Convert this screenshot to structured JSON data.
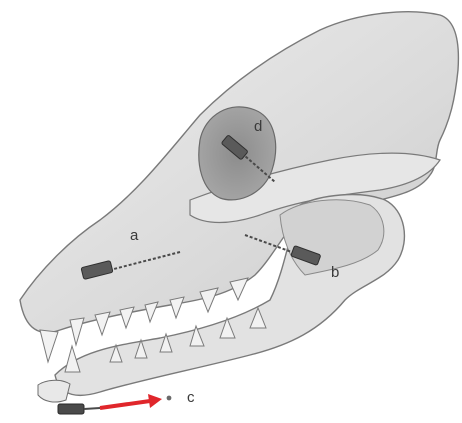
{
  "labels": {
    "a": "a",
    "b": "b",
    "c": "c",
    "d": "d"
  },
  "colors": {
    "bone": "#dcdcdc",
    "bone_light": "#ececec",
    "bone_shadow": "#b9b9b9",
    "orbit": "#9a9a9a",
    "outline": "#6e6e6e",
    "needle": "#4a4a4a",
    "arrow": "#e0262b",
    "text": "#3a3a3a"
  },
  "icons": {
    "needle": "syringe-needle-icon",
    "arrow": "arrow-right-icon"
  }
}
